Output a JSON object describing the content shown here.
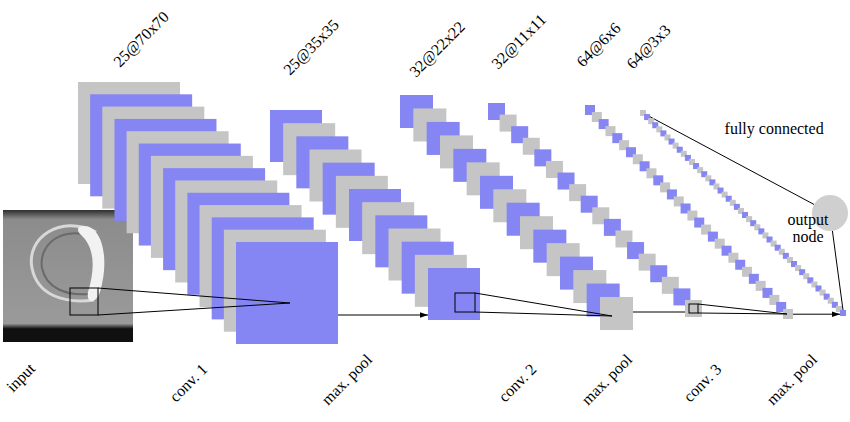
{
  "diagram": {
    "nodes": [
      {
        "text": [
          "25@70x70"
        ]
      },
      {
        "text": [
          "25@35x35"
        ]
      },
      {
        "text": [
          "32@22x22"
        ]
      },
      {
        "text": [
          "32@11x11"
        ]
      },
      {
        "text": [
          "64@6x6"
        ]
      },
      {
        "text": [
          "64@3x3"
        ]
      },
      {
        "text": [
          "output node"
        ]
      }
    ],
    "edges": [
      {
        "from": 0,
        "to": 1,
        "arrow": "to"
      },
      {
        "from": 2,
        "to": 3,
        "arrow": "none"
      },
      {
        "from": 4,
        "to": 5,
        "arrow": "to"
      },
      {
        "from": 5,
        "to": 6,
        "label": "fully connected",
        "arrow": "none"
      }
    ],
    "labels": [
      "input",
      "conv. 1",
      "max. pool",
      "conv. 2",
      "max. pool",
      "conv. 3",
      "max. pool"
    ]
  }
}
